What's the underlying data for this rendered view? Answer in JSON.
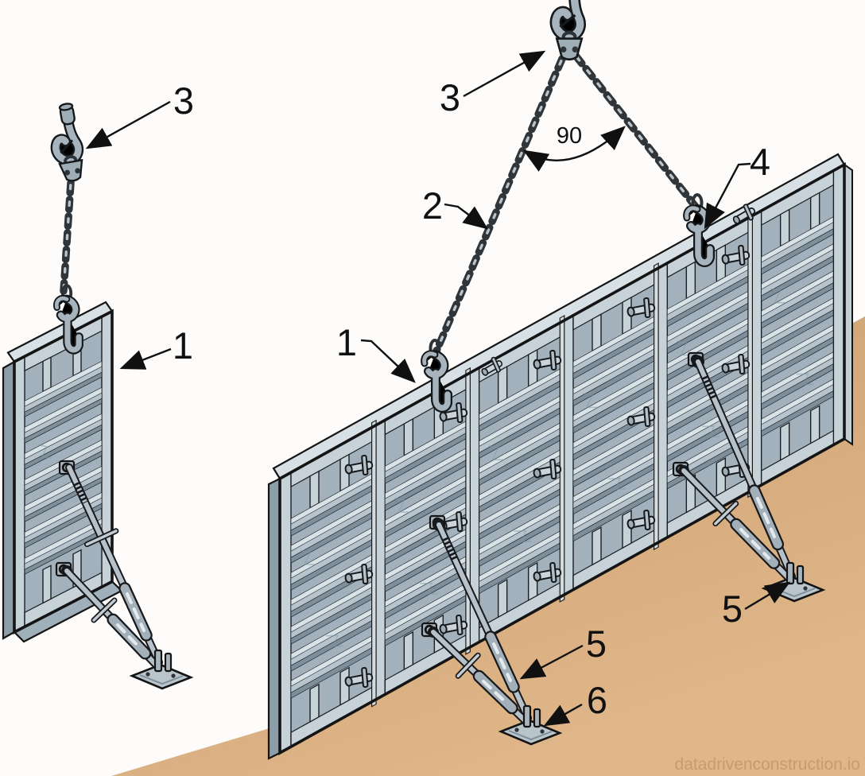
{
  "figure": {
    "kind": "technical line illustration",
    "subject": "crane lifting and diagonal bracing of vertical formwork panels",
    "angle_label": "90",
    "watermark": "datadrivenconstruction.io",
    "callouts": {
      "single_panel": "1",
      "wall_lifting_hook": "1",
      "chain_sling": "2",
      "crane_hook_single": "3",
      "crane_hook_wall": "3",
      "panel_lifting_hook": "4",
      "brace_mid": "5",
      "brace_right": "5",
      "base_plate": "6"
    },
    "colors": {
      "ground_shadow": "#c89c6c",
      "ground_light": "#e0b78a",
      "panel_face": "#a2b1bc",
      "panel_frame": "#c6d1d8",
      "rib_highlight": "#d9e2e7",
      "rib_shadow": "#7e8f9b",
      "outline": "#141414",
      "metal": "#a7b4bd",
      "chain": "#30353a",
      "label_text": "#111111"
    }
  }
}
